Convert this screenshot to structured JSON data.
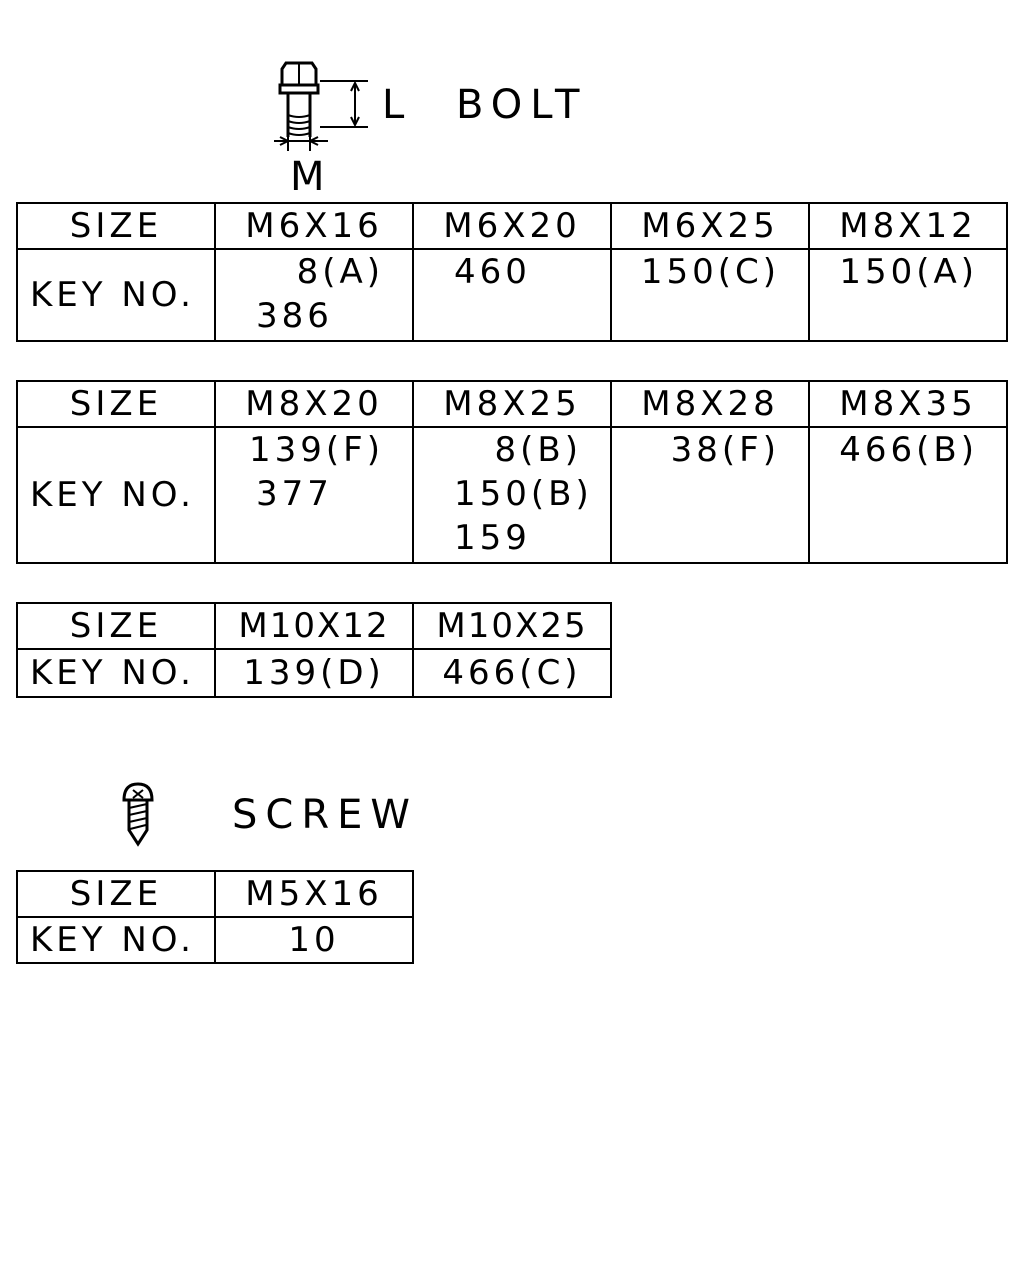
{
  "bolt": {
    "title": "BOLT",
    "dim_length": "L",
    "dim_diameter": "M"
  },
  "screw": {
    "title": "SCREW"
  },
  "labels": {
    "size": "SIZE",
    "key_no": "KEY NO."
  },
  "bolt_tables": [
    {
      "columns": [
        {
          "size": "M6X16",
          "keys": [
            "8(A)",
            "386"
          ]
        },
        {
          "size": "M6X20",
          "keys": [
            "460"
          ]
        },
        {
          "size": "M6X25",
          "keys": [
            "150(C)"
          ]
        },
        {
          "size": "M8X12",
          "keys": [
            "150(A)"
          ]
        }
      ]
    },
    {
      "columns": [
        {
          "size": "M8X20",
          "keys": [
            "139(F)",
            "377"
          ]
        },
        {
          "size": "M8X25",
          "keys": [
            "8(B)",
            "150(B)",
            "159"
          ]
        },
        {
          "size": "M8X28",
          "keys": [
            "38(F)"
          ]
        },
        {
          "size": "M8X35",
          "keys": [
            "466(B)"
          ]
        }
      ]
    },
    {
      "columns": [
        {
          "size": "M10X12",
          "keys": [
            "139(D)"
          ]
        },
        {
          "size": "M10X25",
          "keys": [
            "466(C)"
          ]
        }
      ]
    }
  ],
  "screw_table": {
    "columns": [
      {
        "size": "M5X16",
        "keys": [
          "10"
        ]
      }
    ]
  }
}
